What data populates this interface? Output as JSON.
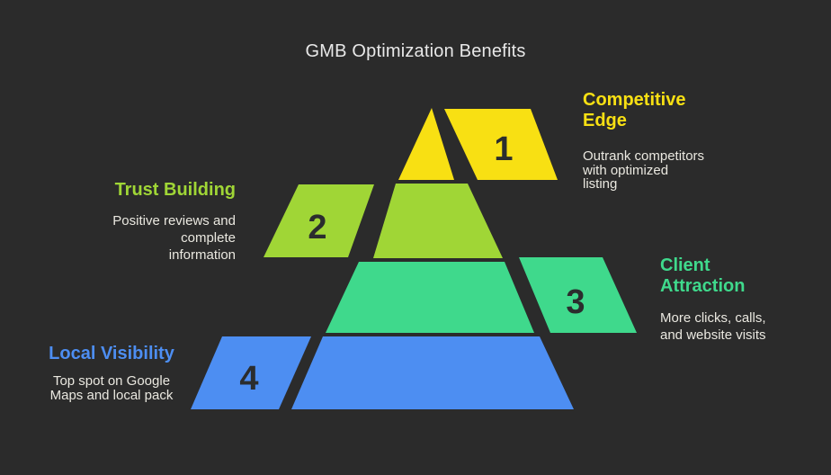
{
  "title": "GMB Optimization Benefits",
  "colors": {
    "background": "#2b2b2b",
    "title_text": "#e8e8e8",
    "description_text": "#eae8e0",
    "number_text": "#2b2d2e"
  },
  "levels": [
    {
      "number": "1",
      "name": "Competitive\nEdge",
      "description": "Outrank competitors\nwith optimized\nlisting",
      "color": "#f8e013"
    },
    {
      "number": "2",
      "name": "Trust Building",
      "description": "Positive reviews and\ncomplete\ninformation",
      "color": "#a0d636"
    },
    {
      "number": "3",
      "name": "Client\nAttraction",
      "description": "More clicks, calls,\nand website visits",
      "color": "#3fd98c"
    },
    {
      "number": "4",
      "name": "Local Visibility",
      "description": "Top spot on Google\nMaps and local pack",
      "color": "#4d8ef2"
    }
  ]
}
